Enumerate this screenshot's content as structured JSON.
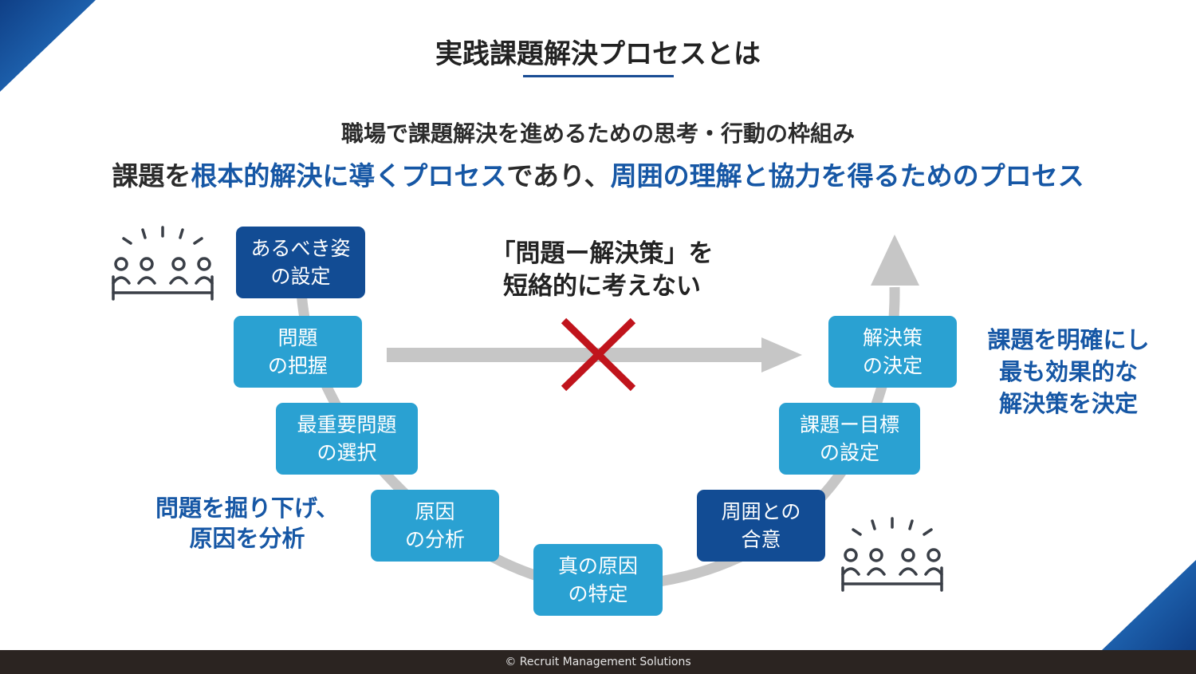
{
  "title": "実践課題解決プロセスとは",
  "subtitle": "職場で課題解決を進めるための思考・行動の枠組み",
  "tagline": {
    "part1": "課題を",
    "part2": "根本的解決に導くプロセス",
    "part3": "であり、",
    "part4": "周囲の理解と協力を得るためのプロセス"
  },
  "steps": {
    "ideal": "あるべき姿\nの設定",
    "problem": "問題\nの把握",
    "priority": "最重要問題\nの選択",
    "cause": "原因\nの分析",
    "root": "真の原因\nの特定",
    "agree": "周囲との\n合意",
    "goal": "課題ー目標\nの設定",
    "decide": "解決策\nの決定"
  },
  "notes": {
    "shortcut": "「問題ー解決策」を\n短絡的に考えない",
    "left": "問題を掘り下げ、\n原因を分析",
    "right": "課題を明確にし\n最も効果的な\n解決策を決定"
  },
  "icons": {
    "people_left": "team-meeting-icon",
    "people_right": "team-meeting-icon",
    "cross": "cross-mark-icon"
  },
  "colors": {
    "primary_dark": "#124c94",
    "primary_light": "#2aa1d2",
    "accent_text": "#1657a5",
    "cross": "#c0141c",
    "arrow": "#c6c6c6"
  },
  "footer": "© Recruit Management Solutions"
}
